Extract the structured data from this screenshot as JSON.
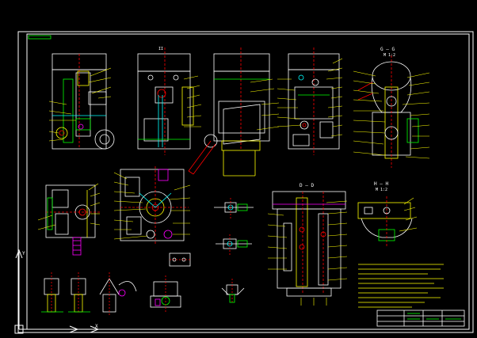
{
  "sections": {
    "g_g": "G — G",
    "g_g_scale": "M 1:2",
    "d_d": "D — D",
    "h_h": "H — H",
    "h_h_scale": "M 1:2",
    "tiny_ii": "II"
  },
  "axis": {
    "y": "Y",
    "x": "X"
  },
  "colors": {
    "background": "#000000",
    "frame": "#ffffff",
    "geometry": "#ffffff",
    "leader": "#ffff00",
    "dimension": "#00ff00",
    "hidden": "#ff0000",
    "accent_cyan": "#00ffff",
    "accent_magenta": "#ff00ff"
  }
}
